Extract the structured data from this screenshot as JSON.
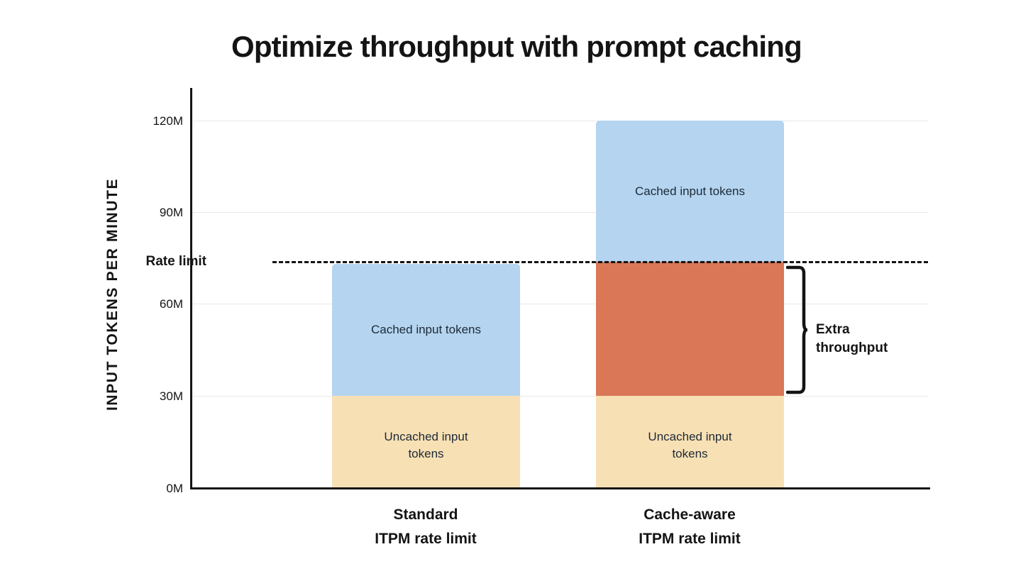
{
  "chart_data": {
    "type": "bar",
    "subtype": "stacked-bar",
    "title": "Optimize throughput with prompt caching",
    "xlabel": "",
    "ylabel": "INPUT TOKENS PER MINUTE",
    "ylim": [
      0,
      130
    ],
    "yticks": [
      0,
      30,
      60,
      90,
      120
    ],
    "ytick_labels": [
      "0M",
      "30M",
      "60M",
      "90M",
      "120M"
    ],
    "y_unit": "millions of tokens per minute",
    "grid": true,
    "legend": false,
    "legend_position": "none",
    "categories": [
      "Standard ITPM rate limit",
      "Cache-aware ITPM rate limit"
    ],
    "category_lines": [
      [
        "Standard",
        "ITPM rate limit"
      ],
      [
        "Cache-aware",
        "ITPM rate limit"
      ]
    ],
    "series": [
      {
        "name": "Uncached input tokens",
        "color": "#f8e0b5",
        "values": [
          30,
          30
        ]
      },
      {
        "name": "Cached input tokens",
        "color": "#b4d4f0",
        "values": [
          43.5,
          0
        ]
      },
      {
        "name": "Extra throughput (cached, above rate limit)",
        "color": "#d97757",
        "values": [
          0,
          43.5
        ]
      },
      {
        "name": "Cached input tokens (above rate limit)",
        "color": "#b4d4f0",
        "values": [
          0,
          46.5
        ]
      }
    ],
    "bar_totals": [
      73.5,
      120
    ],
    "annotations": [
      {
        "name": "rate-limit",
        "label": "Rate limit",
        "type": "hline",
        "value": 73.5,
        "style": "dashed"
      },
      {
        "name": "extra-throughput",
        "label": "Extra throughput",
        "label_lines": [
          "Extra",
          "throughput"
        ],
        "type": "bracket",
        "from": 30,
        "to": 73.5
      }
    ],
    "bar_segment_labels": {
      "standard": {
        "cached": "Cached input tokens",
        "uncached_lines": [
          "Uncached input",
          "tokens"
        ]
      },
      "cache_aware": {
        "cached": "Cached input tokens",
        "uncached_lines": [
          "Uncached input",
          "tokens"
        ]
      }
    },
    "colors": {
      "cached": "#b4d4f0",
      "uncached": "#f8e0b5",
      "extra_throughput": "#d97757",
      "axis": "#141414",
      "gridline": "#ece9e3",
      "segment_text": "#1c2a36",
      "background": "#ffffff"
    }
  }
}
